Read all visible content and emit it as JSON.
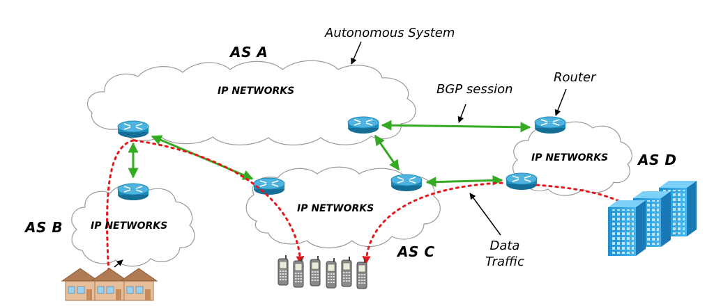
{
  "labels": {
    "autonomous_system": "Autonomous System",
    "bgp_session": "BGP session",
    "router": "Router",
    "data_traffic": [
      "Data",
      "Traffic"
    ]
  },
  "systems": {
    "as_a": {
      "name": "AS A",
      "network": "IP NETWORKS"
    },
    "as_b": {
      "name": "AS B",
      "network": "IP NETWORKS"
    },
    "as_c": {
      "name": "AS C",
      "network": "IP NETWORKS"
    },
    "as_d": {
      "name": "AS D",
      "network": "IP NETWORKS"
    }
  },
  "colors": {
    "cloud_stroke": "#9a9a9a",
    "router_body": "#1b8ab8",
    "router_top": "#4fb3df",
    "bgp_link": "#33aa22",
    "data_traffic": "#e8161b",
    "building": "#2aa6e6",
    "house_wall": "#e7bf9a",
    "house_roof": "#a87650"
  },
  "icons": [
    "router-icon",
    "house-icon",
    "mobile-phone-icon",
    "office-building-icon"
  ]
}
